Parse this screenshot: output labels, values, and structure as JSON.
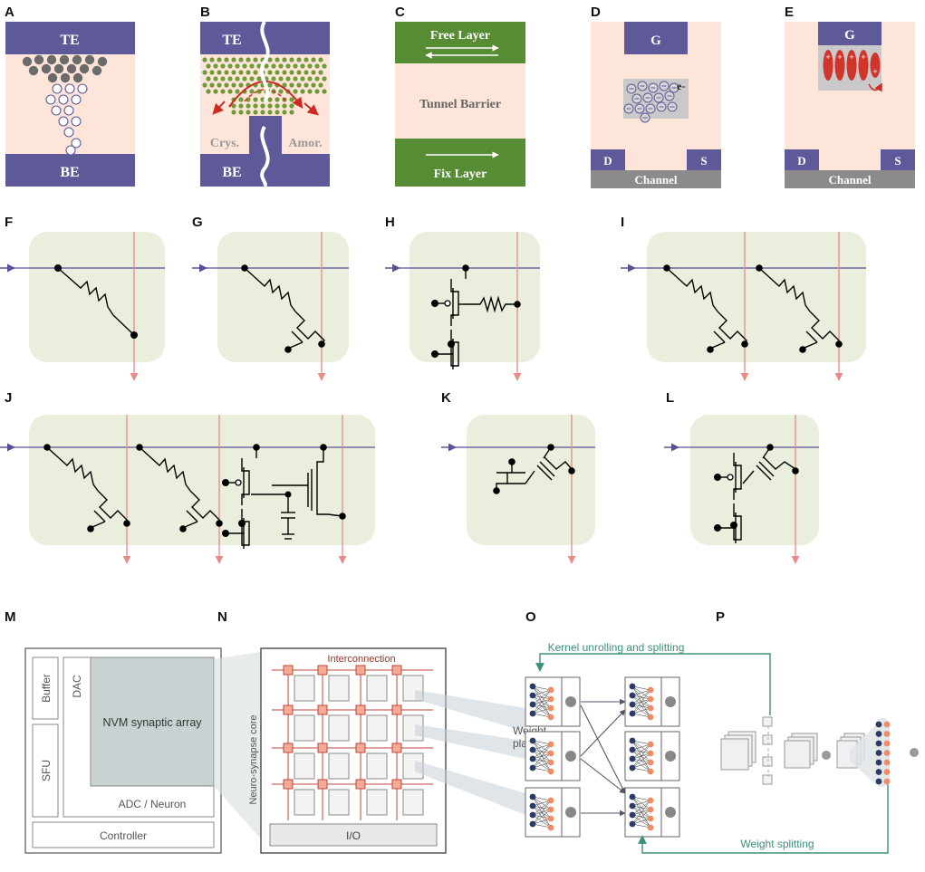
{
  "panel_labels": [
    "A",
    "B",
    "C",
    "D",
    "E",
    "F",
    "G",
    "H",
    "I",
    "J",
    "K",
    "L",
    "M",
    "N",
    "O",
    "P"
  ],
  "rram": {
    "top": "TE",
    "bottom": "BE"
  },
  "pcm": {
    "top": "TE",
    "bottom": "BE",
    "left": "Crys.",
    "right": "Amor."
  },
  "mtj": {
    "free": "Free Layer",
    "barrier": "Tunnel Barrier",
    "fix": "Fix Layer"
  },
  "fgfet": {
    "gate": "G",
    "drain": "D",
    "source": "S",
    "channel": "Channel",
    "electron": "e-"
  },
  "fefet": {
    "gate": "G",
    "drain": "D",
    "source": "S",
    "channel": "Channel"
  },
  "chip": {
    "buffer": "Buffer",
    "sfu": "SFU",
    "dac": "DAC",
    "array": "NVM synaptic array",
    "adc": "ADC / Neuron",
    "controller": "Controller"
  },
  "core": {
    "interconnection": "Interconnection",
    "side": "Neuro-synapse core",
    "io": "I/O"
  },
  "mapping": {
    "kernel": "Kernel unrolling and splitting",
    "placement_1": "Weight",
    "placement_2": "placement",
    "splitting": "Weight splitting"
  },
  "colors": {
    "electrode": "#5e5a99",
    "dielectric": "#fde5d9",
    "mtj_green": "#558c34",
    "cell_bg": "#e9efdc",
    "channel": "#8b8b8b",
    "teal": "#3d8f7c",
    "node": "#f7a892"
  }
}
